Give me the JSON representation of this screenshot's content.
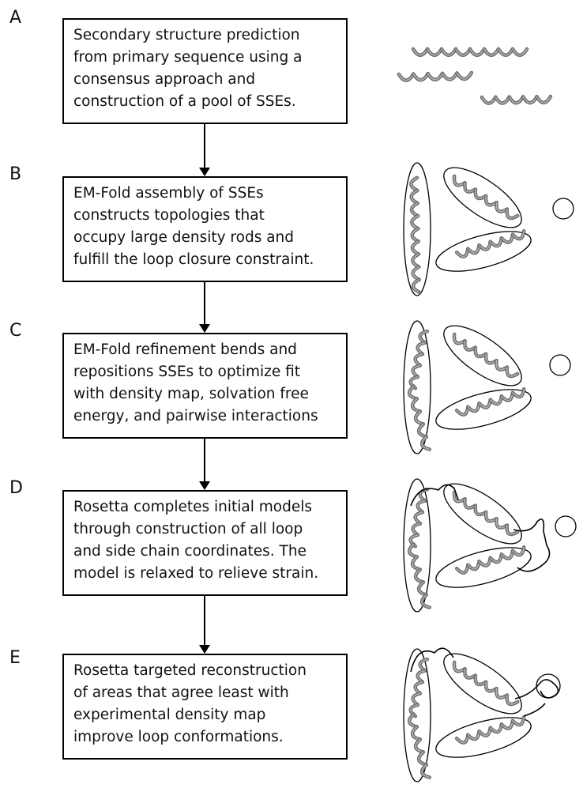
{
  "steps": [
    {
      "letter": "A",
      "text": "Secondary structure prediction\nfrom primary sequence using a\nconsensus  approach and\nconstruction of a pool of SSEs."
    },
    {
      "letter": "B",
      "text": "EM-Fold assembly of SSEs\nconstructs topologies that\noccupy large density rods and\nfulfill the loop closure constraint."
    },
    {
      "letter": "C",
      "text": "EM-Fold refinement bends and\nrepositions SSEs to optimize fit\nwith density map, solvation free\nenergy, and pairwise interactions"
    },
    {
      "letter": "D",
      "text": "Rosetta completes initial models\nthrough construction of all loop\nand side chain coordinates. The\nmodel is relaxed to relieve strain."
    },
    {
      "letter": "E",
      "text": "Rosetta targeted reconstruction\nof areas that agree least with\nexperimental density map\nimprove loop conformations."
    }
  ],
  "colors": {
    "helix": "#6e6e6e",
    "helix_light": "#b4b4b4",
    "outline": "#000000"
  }
}
